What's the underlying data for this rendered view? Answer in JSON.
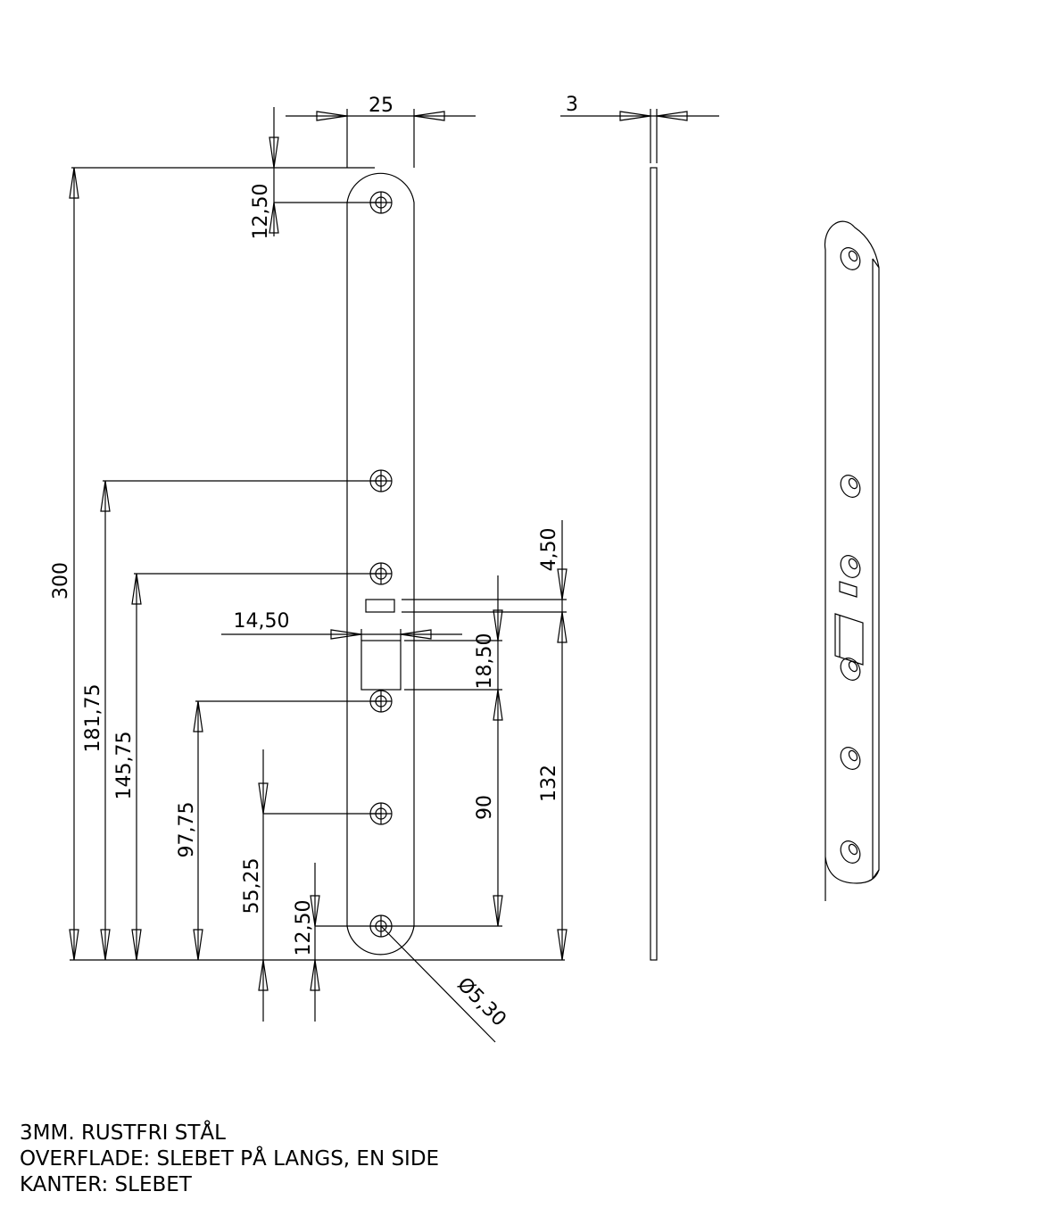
{
  "dimensions": {
    "width": "25",
    "thickness": "3",
    "top_offset": "12,50",
    "length": "300",
    "hole_181": "181,75",
    "hole_145": "145,75",
    "hole_97": "97,75",
    "hole_55": "55,25",
    "bottom_offset": "12,50",
    "cutout_width": "14,50",
    "cutout_height": "18,50",
    "slot_height": "4,50",
    "cutout_to_hole": "90",
    "slot_to_bottom": "132",
    "hole_diameter": "Ø5,30"
  },
  "notes": [
    "3MM. RUSTFRI STÅL",
    "OVERFLADE: SLEBET PÅ LANGS, EN SIDE",
    "KANTER: SLEBET"
  ]
}
